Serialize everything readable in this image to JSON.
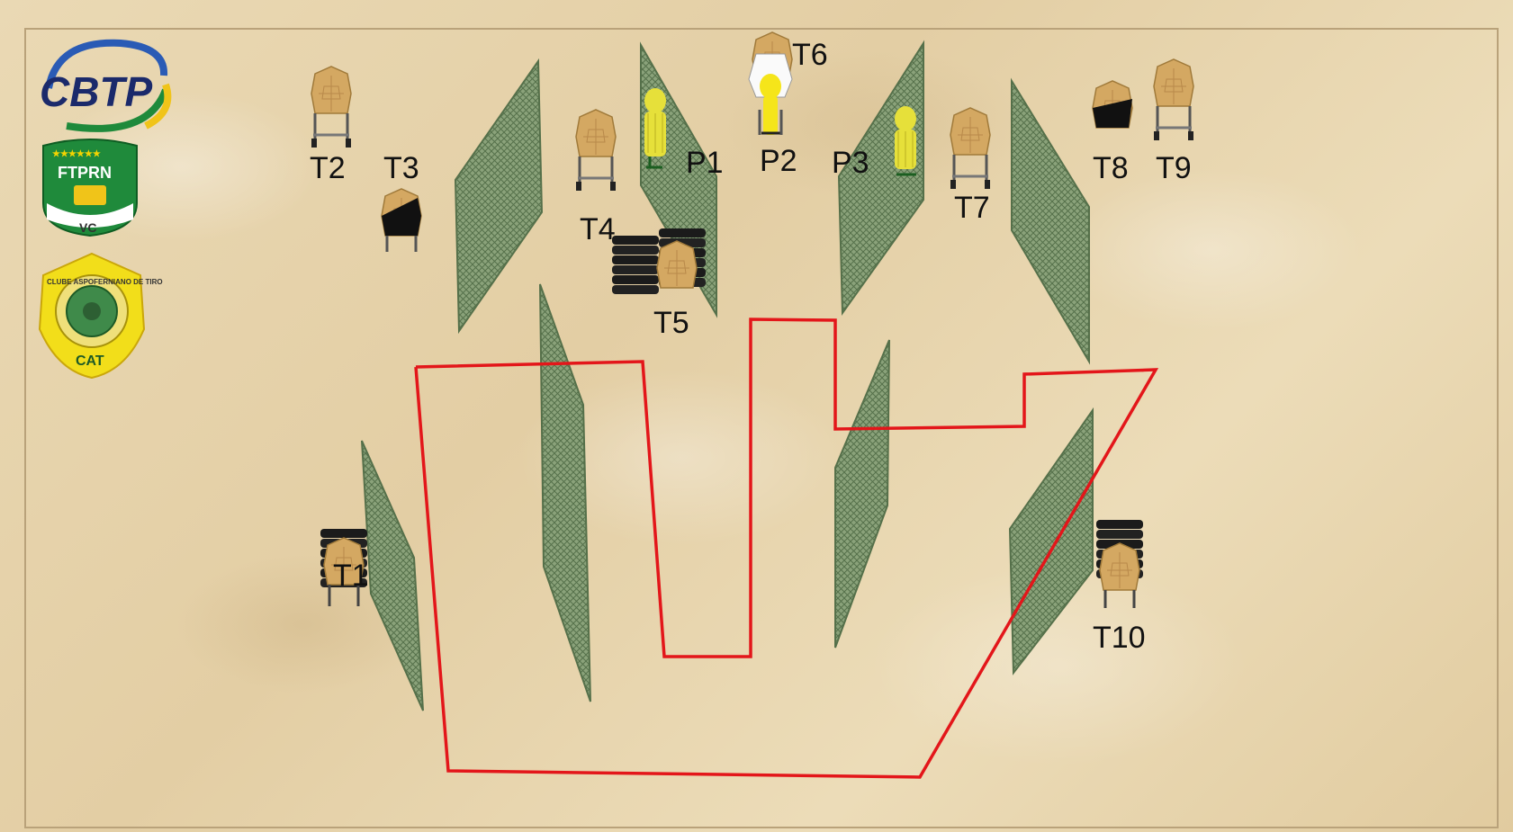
{
  "logos": {
    "cbtp": "CBTP",
    "ftprn": "FTPRN",
    "ftprn_sub": "VC",
    "cat_ring": "CLUBE ASPOFERNIANO DE TIRO",
    "cat": "CAT"
  },
  "targets": {
    "t1": "T1",
    "t2": "T2",
    "t3": "T3",
    "t4": "T4",
    "t5": "T5",
    "t6": "T6",
    "t7": "T7",
    "t8": "T8",
    "t9": "T9",
    "t10": "T10"
  },
  "penalties": {
    "p1": "P1",
    "p2": "P2",
    "p3": "P3"
  },
  "colors": {
    "target": "#d4a862",
    "no_shoot": "#f2e53a",
    "wall": "#6f8a5c",
    "fault_line": "#e3161a",
    "tire": "#1b1b1b"
  }
}
